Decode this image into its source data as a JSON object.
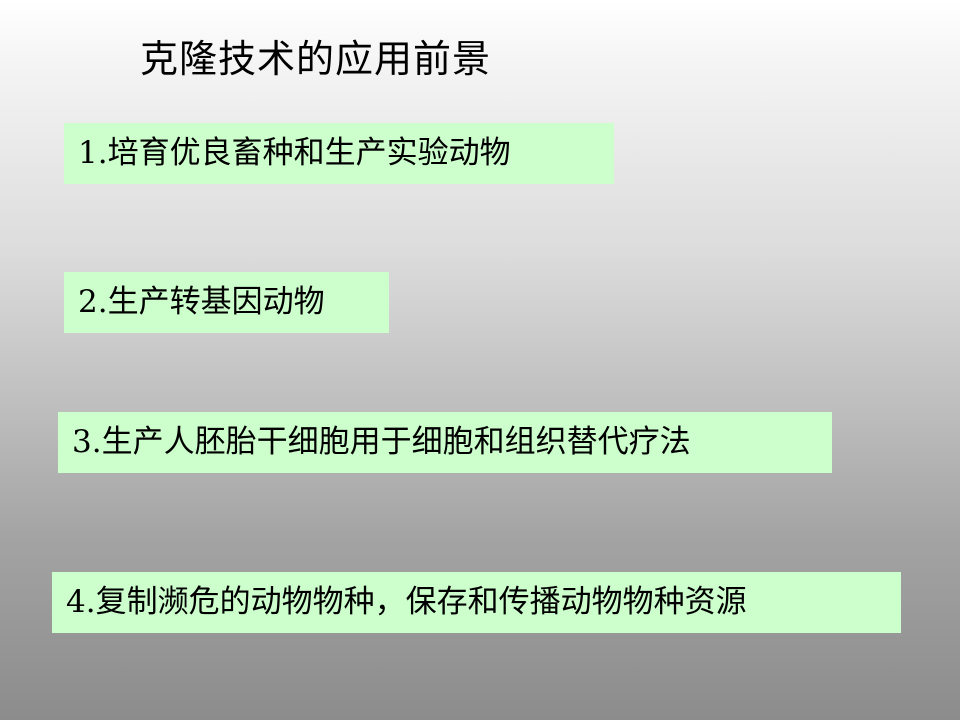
{
  "slide": {
    "title": "克隆技术的应用前景",
    "items": [
      {
        "text": "1.培育优良畜种和生产实验动物"
      },
      {
        "text": "2.生产转基因动物"
      },
      {
        "text": "3.生产人胚胎干细胞用于细胞和组织替代疗法"
      },
      {
        "text": "4.复制濒危的动物物种，保存和传播动物物种资源"
      }
    ]
  },
  "colors": {
    "item_background": "#ccffcc",
    "text": "#000000",
    "background_top": "#ffffff",
    "background_bottom": "#8c8c8c"
  }
}
